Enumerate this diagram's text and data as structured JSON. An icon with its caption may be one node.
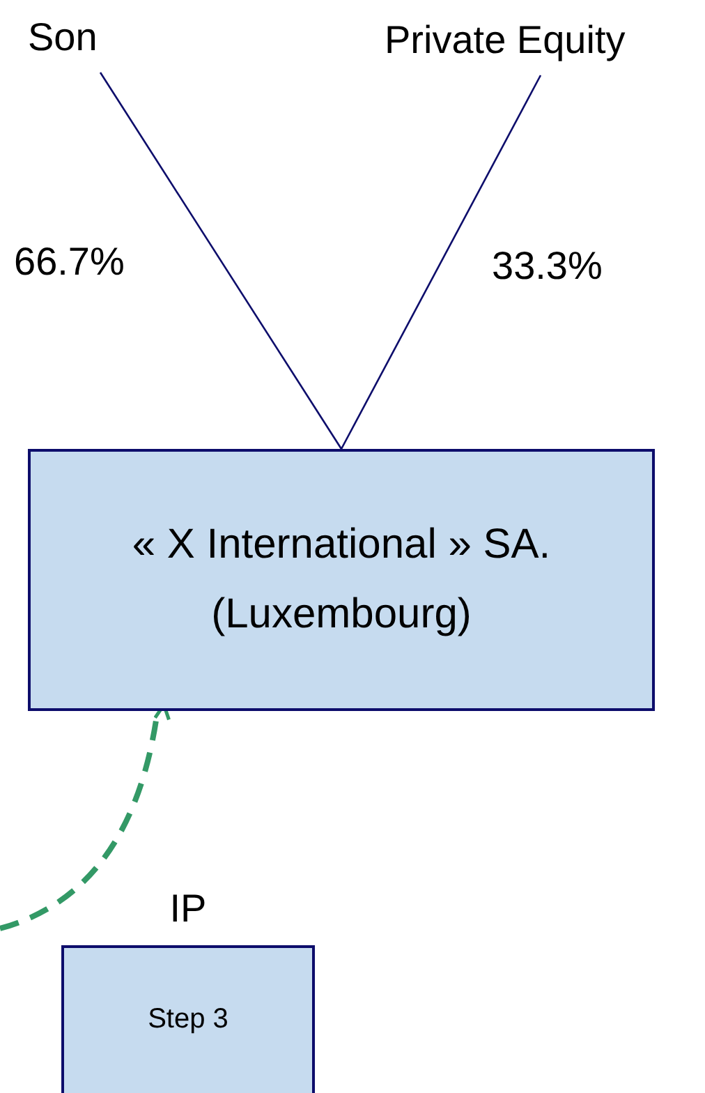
{
  "diagram": {
    "nodes": [
      {
        "text": [
          "Son"
        ]
      },
      {
        "text": [
          "Private Equity"
        ]
      },
      {
        "text": [
          "« X International » SA.",
          "(Luxembourg)"
        ]
      },
      {
        "text": [
          "IP",
          "Step 3"
        ]
      }
    ],
    "edges": [
      {
        "from": 0,
        "to": 2,
        "arrow": "none",
        "label": "66.7%"
      },
      {
        "from": 1,
        "to": 2,
        "arrow": "none",
        "label": "33.3%"
      },
      {
        "from": null,
        "to": 2,
        "arrow": "to",
        "style": "dashed",
        "color": "#339966"
      }
    ]
  }
}
